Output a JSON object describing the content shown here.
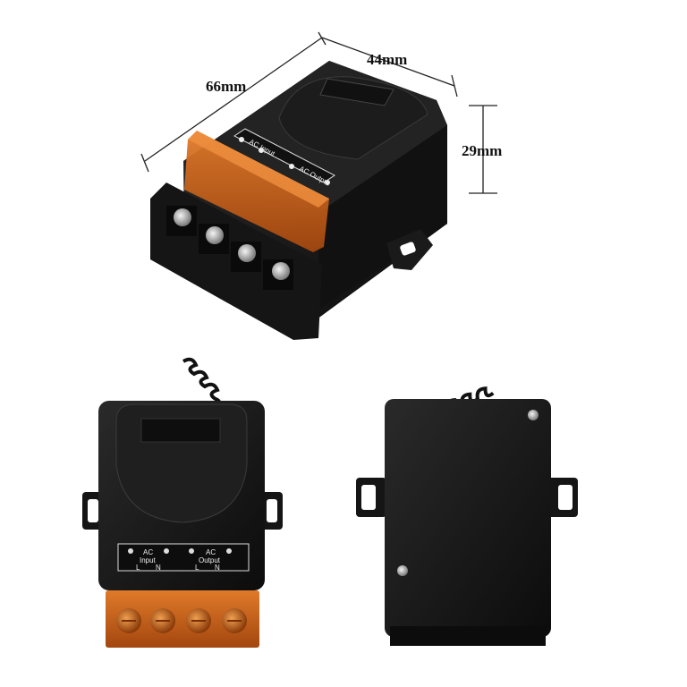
{
  "dimensions": {
    "length": "66mm",
    "width": "44mm",
    "height": "29mm"
  },
  "terminal_labels": {
    "ac": "AC",
    "input": "Input",
    "output": "Output",
    "live": "L",
    "neutral": "N"
  },
  "colors": {
    "housing": "#1a1a1a",
    "cover_amber": "#c8611a",
    "background": "#ffffff"
  }
}
